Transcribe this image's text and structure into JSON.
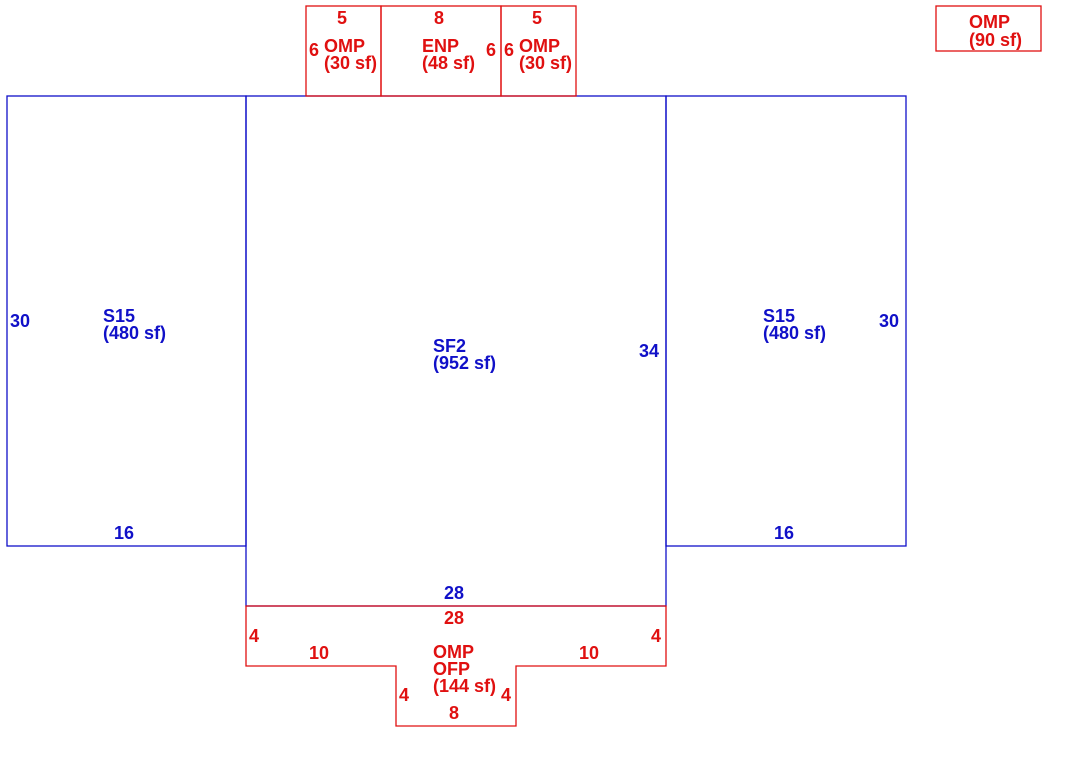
{
  "areas": {
    "left_wing": {
      "code": "S15",
      "area": "(480 sf)",
      "side": "30",
      "bottom": "16"
    },
    "main": {
      "code": "SF2",
      "area": "(952 sf)",
      "side": "34",
      "bottom": "28"
    },
    "right_wing": {
      "code": "S15",
      "area": "(480 sf)",
      "side": "30",
      "bottom": "16"
    },
    "porch_left": {
      "code": "OMP",
      "area": "(30 sf)",
      "top": "5",
      "side": "6"
    },
    "porch_mid": {
      "code": "ENP",
      "area": "(48 sf)",
      "top": "8",
      "side": "6"
    },
    "porch_right": {
      "code": "OMP",
      "area": "(30 sf)",
      "top": "5",
      "side": "6"
    },
    "detached": {
      "code": "OMP",
      "area": "(90 sf)"
    },
    "front_porch": {
      "code1": "OMP",
      "code2": "OFP",
      "area": "(144 sf)",
      "top": "28",
      "left_side": "4",
      "right_side": "4",
      "left_step": "10",
      "right_step": "10",
      "bump_left": "4",
      "bump_right": "4",
      "bump_bottom": "8"
    }
  },
  "colors": {
    "living_area": "#1010c8",
    "porch_area": "#e01010"
  }
}
